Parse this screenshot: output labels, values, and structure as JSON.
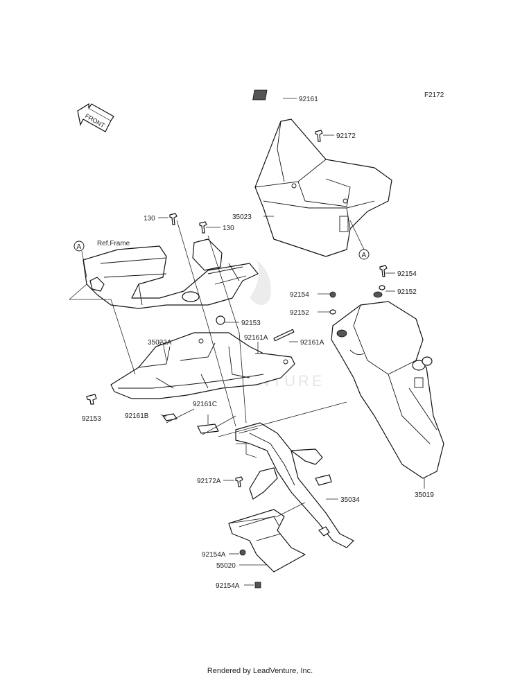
{
  "diagram_code": "F2172",
  "front_label": "FRONT",
  "ref_frame": "Ref.Frame",
  "callout": "A",
  "watermark": "LEADVENTURE",
  "footer": "Rendered by LeadVenture, Inc.",
  "labels": {
    "p92161": "92161",
    "p92172": "92172",
    "p35023": "35023",
    "p130a": "130",
    "p130b": "130",
    "p92154_top": "92154",
    "p92152_top": "92152",
    "p92154_mid": "92154",
    "p92152_mid": "92152",
    "p92153_top": "92153",
    "p35023A": "35023A",
    "p92161A_left": "92161A",
    "p92161A_right": "92161A",
    "p92153_bot": "92153",
    "p92161B": "92161B",
    "p92161C": "92161C",
    "p92172A": "92172A",
    "p35034": "35034",
    "p35019": "35019",
    "p92154A_top": "92154A",
    "p55020": "55020",
    "p92154A_bot": "92154A"
  }
}
